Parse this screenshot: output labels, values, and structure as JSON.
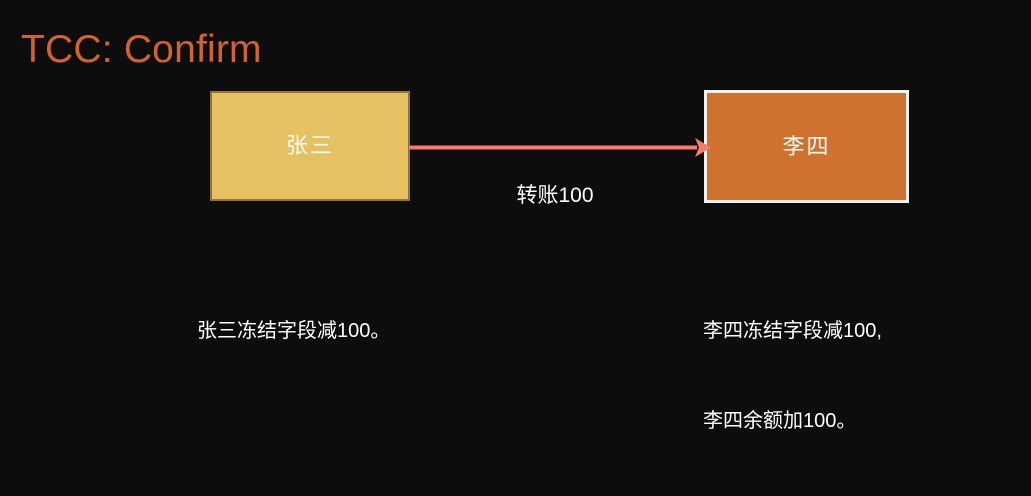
{
  "slide": {
    "title": "TCC: Confirm",
    "background_color": "#0d0d0d",
    "title_color": "#d2632b"
  },
  "diagram": {
    "nodes": [
      {
        "id": "payer",
        "label": "张三",
        "fill_color": "#e5c162",
        "border_color": "#8f7433",
        "text_color": "#ffffff"
      },
      {
        "id": "payee",
        "label": "李四",
        "fill_color": "#cf722f",
        "border_color": "#f2f2f2",
        "text_color": "#ffffff"
      }
    ],
    "edge": {
      "label": "转账100",
      "color": "#f87b69",
      "direction": "right",
      "from": "payer",
      "to": "payee"
    },
    "annotations": [
      {
        "id": "payer-note",
        "lines": [
          "张三冻结字段减100。"
        ]
      },
      {
        "id": "payee-note",
        "lines": [
          "李四冻结字段减100,",
          "李四余额加100。"
        ]
      }
    ]
  }
}
